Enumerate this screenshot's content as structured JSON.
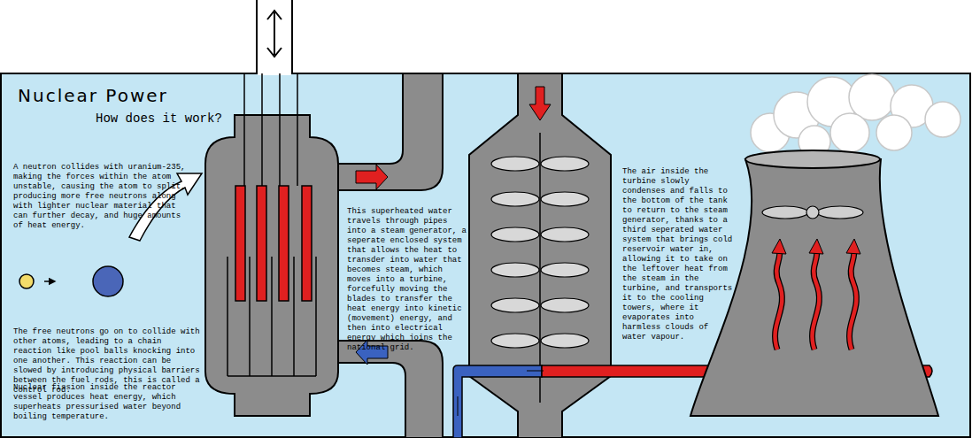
{
  "diagram": {
    "title": "Nuclear Power",
    "labels": [
      "How does it work?",
      "A neutron collides with uranium-235, making the forces within the atom unstable, causing the atom to split, producing more free neutrons along with lighter nuclear material that can further decay, and huge amounts of heat energy.",
      "The free neutrons go on to collide with other atoms, leading to a chain reaction like pool balls knocking into one another. This reaction can be slowed by introducing physical barriers between the fuel rods, this is called a control rod.",
      "Nuclear fission inside the reactor vessel produces heat energy, which superheats pressurised water beyond boiling temperature.",
      "This superheated water travels through pipes into a steam generator, a seperate enclosed system that allows the heat to transder into water that becomes steam, which moves into a turbine, forcefully moving the blades to transfer the heat energy into kinetic (movement) energy, and then into electrical energy which joins the national grid.",
      "The air inside the turbine slowly condenses and falls to the bottom of the tank to return to the steam generator, thanks to a third seperated water system that brings cold reservoir water in, allowing it to take on the leftover heat from the steam in the turbine, and transports it to the cooling towers, where it evaporates into harmless clouds of water vapour."
    ]
  }
}
